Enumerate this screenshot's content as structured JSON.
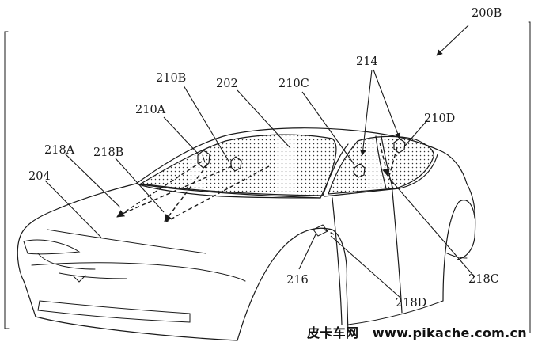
{
  "labels": {
    "figure_id": "200B",
    "windshield_surface": "202",
    "hood": "204",
    "sensor_a": "210A",
    "sensor_b": "210B",
    "sensor_c": "210C",
    "sensor_d": "210D",
    "sensor_group": "214",
    "fuel_door": "216",
    "beam_a": "218A",
    "beam_b": "218B",
    "beam_c": "218C",
    "beam_d": "218D"
  },
  "watermark": {
    "site_name": "皮卡车网",
    "url": "www.pikache.com.cn"
  }
}
